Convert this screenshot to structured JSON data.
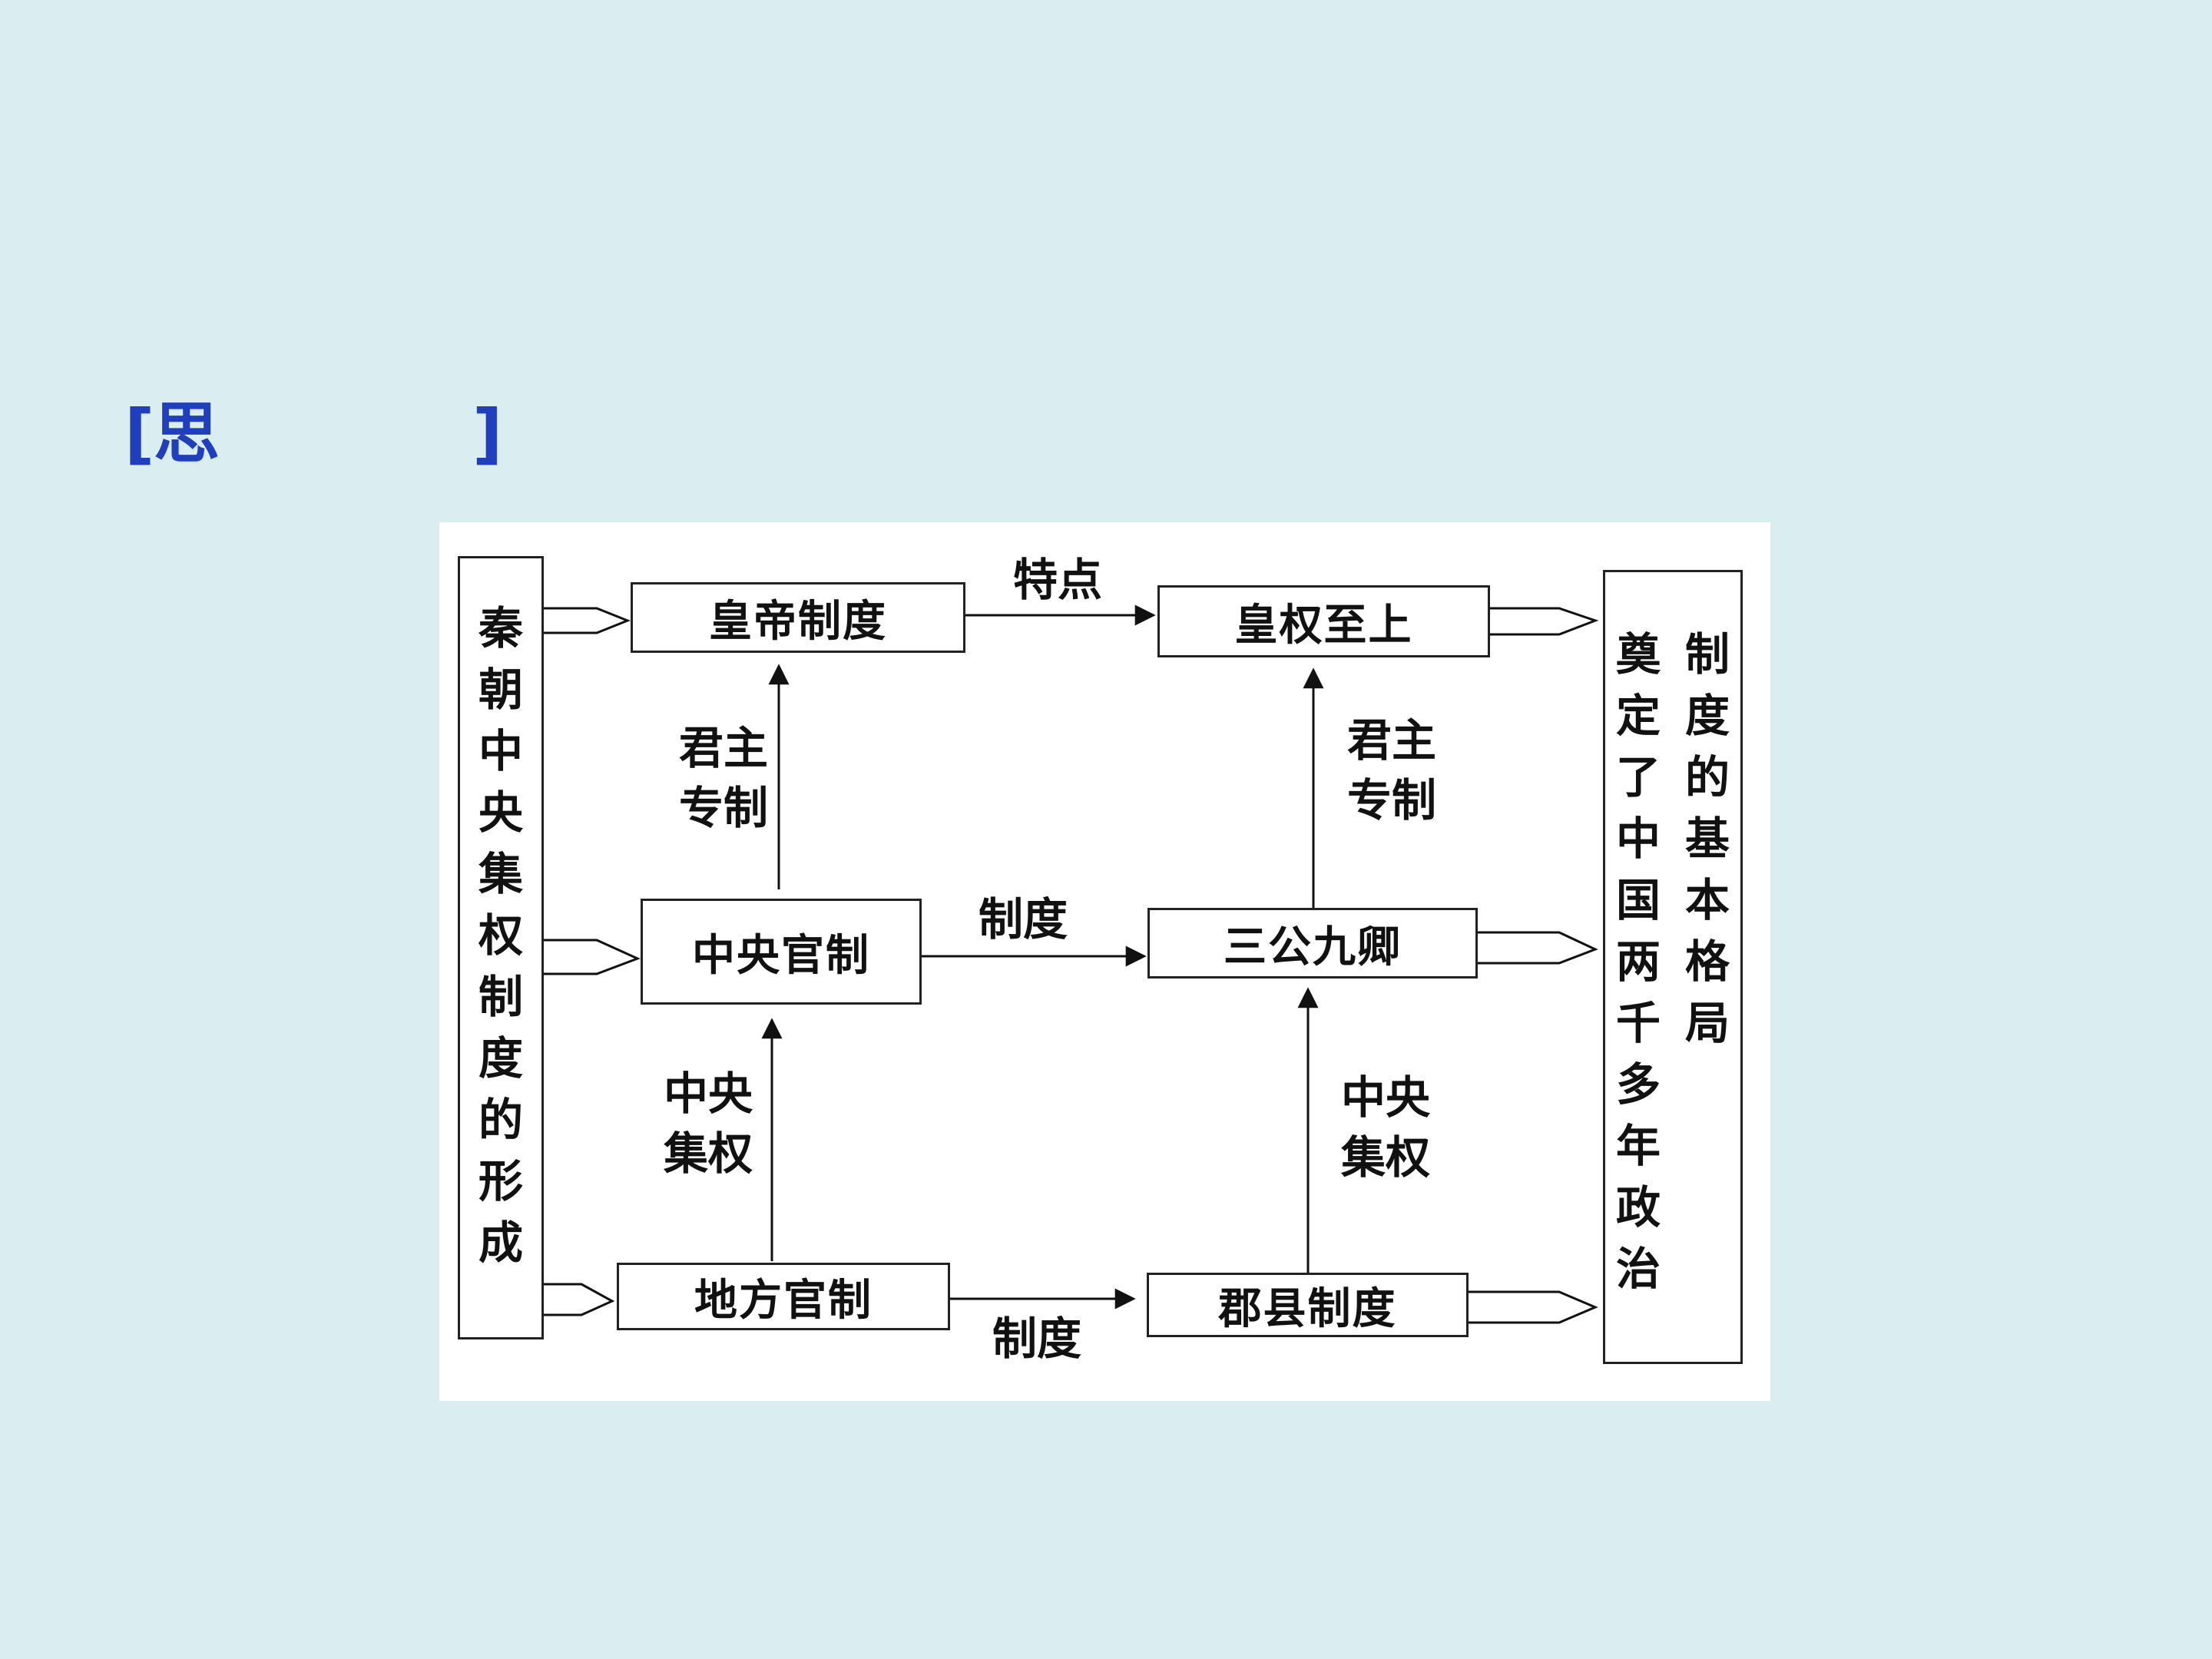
{
  "slide": {
    "title_open": "[",
    "title_text": "思",
    "title_close": "]"
  },
  "diagram": {
    "left_panel": "秦朝中央集权制度的形成",
    "right_panel_col1": "奠定了中国两千多年政治",
    "right_panel_col2": "制度的基本格局",
    "nodes": {
      "emperor_system": "皇帝制度",
      "supreme_power": "皇权至上",
      "central_officials": "中央官制",
      "three_lords": "三公九卿",
      "local_officials": "地方官制",
      "commandery_county": "郡县制度"
    },
    "edge_labels": {
      "feature": "特点",
      "autocracy_1": "君主\n专制",
      "autocracy_2": "君主\n专制",
      "system_1": "制度",
      "system_2": "制度",
      "centralization_1": "中央\n集权",
      "centralization_2": "中央\n集权"
    },
    "colors": {
      "title": "#1f3fbf",
      "background": "#daeef2",
      "diagram_bg": "#ffffff",
      "ink": "#111111"
    }
  }
}
